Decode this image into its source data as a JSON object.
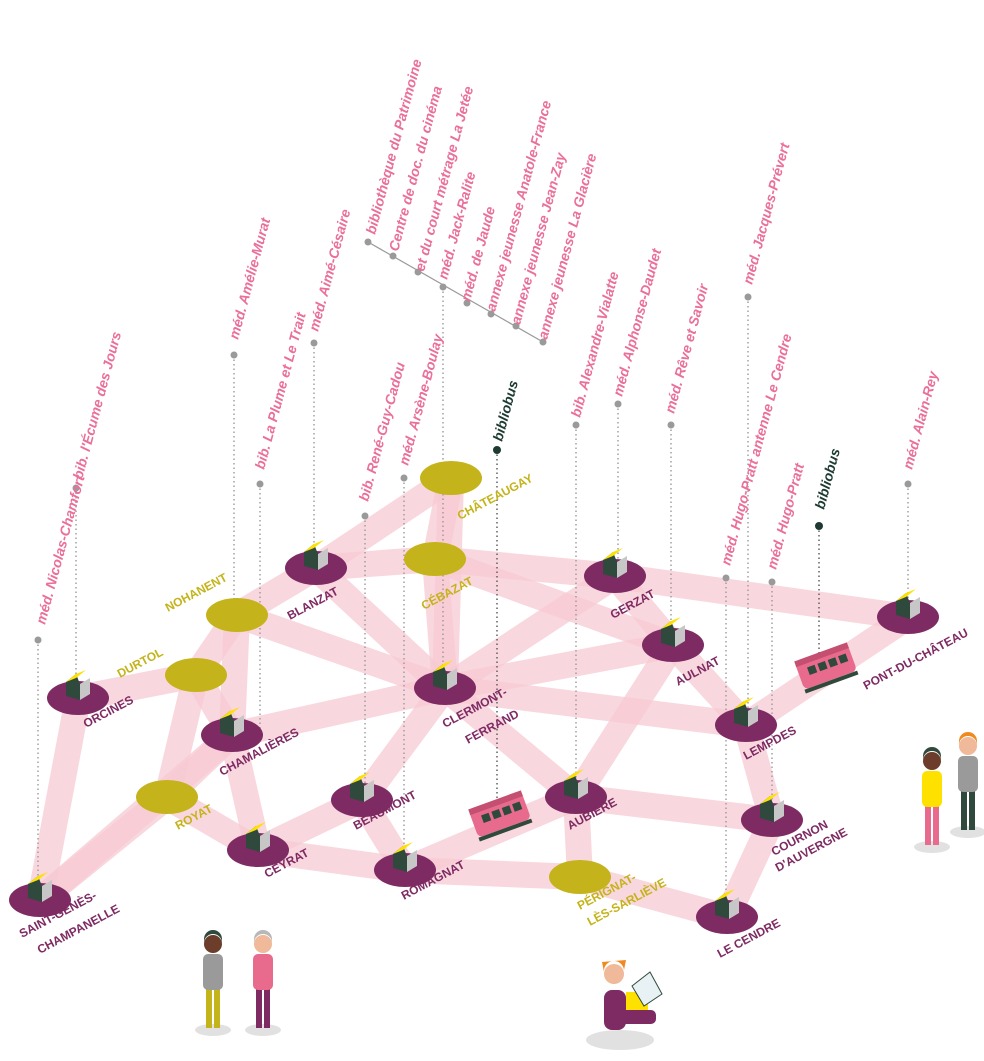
{
  "colors": {
    "network": "#f7c9d3",
    "town_disc": "#7e2a63",
    "commune_disc": "#c4b31a",
    "library_label": "#ea6f9a",
    "bus_label": "#1d3b33",
    "bus_body": "#e86b8d",
    "leader": "#9a9a9a"
  },
  "towns": [
    {
      "id": "saint-genes",
      "label": [
        "SAINT-GENÈS-",
        "CHAMPANELLE"
      ]
    },
    {
      "id": "orcines",
      "label": [
        "ORCINES"
      ]
    },
    {
      "id": "chamalieres",
      "label": [
        "CHAMALIÈRES"
      ]
    },
    {
      "id": "ceyrat",
      "label": [
        "CEYRAT"
      ]
    },
    {
      "id": "beaumont",
      "label": [
        "BEAUMONT"
      ]
    },
    {
      "id": "romagnat",
      "label": [
        "ROMAGNAT"
      ]
    },
    {
      "id": "blanzat",
      "label": [
        "BLANZAT"
      ]
    },
    {
      "id": "clermont",
      "label": [
        "CLERMONT-",
        "FERRAND"
      ]
    },
    {
      "id": "aubiere",
      "label": [
        "AUBIÈRE"
      ]
    },
    {
      "id": "gerzat",
      "label": [
        "GERZAT"
      ]
    },
    {
      "id": "aulnat",
      "label": [
        "AULNAT"
      ]
    },
    {
      "id": "lempdes",
      "label": [
        "LEMPDES"
      ]
    },
    {
      "id": "cournon",
      "label": [
        "COURNON",
        "D'AUVERGNE"
      ]
    },
    {
      "id": "le-cendre",
      "label": [
        "LE CENDRE"
      ]
    },
    {
      "id": "pont-du-chateau",
      "label": [
        "PONT-DU-CHÂTEAU"
      ]
    }
  ],
  "communes": [
    {
      "id": "durtol",
      "label": [
        "DURTOL"
      ]
    },
    {
      "id": "nohanent",
      "label": [
        "NOHANENT"
      ]
    },
    {
      "id": "royat",
      "label": [
        "ROYAT"
      ]
    },
    {
      "id": "cebazat",
      "label": [
        "CÉBAZAT"
      ]
    },
    {
      "id": "chateaugay",
      "label": [
        "CHÂTEAUGAY"
      ]
    },
    {
      "id": "perignat",
      "label": [
        "PÉRIGNAT-",
        "LÈS-SARLIÈVE"
      ]
    }
  ],
  "libraries": [
    {
      "id": "nicolas-chamfort",
      "text": "méd. Nicolas-Chamfort"
    },
    {
      "id": "ecume",
      "text": "bib. l'Écume des Jours"
    },
    {
      "id": "amelie-murat",
      "text": "méd. Amélie-Murat"
    },
    {
      "id": "plume",
      "text": "bib. La Plume et Le Trait"
    },
    {
      "id": "aime-cesaire",
      "text": "méd. Aimé-Césaire"
    },
    {
      "id": "rene-guy-cadou",
      "text": "bib. René-Guy-Cadou"
    },
    {
      "id": "arsene-boulay",
      "text": "méd. Arsène-Boulay"
    },
    {
      "id": "patrimoine",
      "text": "bibliothèque du Patrimoine"
    },
    {
      "id": "cinema-1",
      "text": "Centre de doc. du cinéma"
    },
    {
      "id": "cinema-2",
      "text": "et du court métrage La Jetée"
    },
    {
      "id": "jack-ralite",
      "text": "méd. Jack-Ralite"
    },
    {
      "id": "jaude",
      "text": "méd. de Jaude"
    },
    {
      "id": "anatole-france",
      "text": "annexe jeunesse Anatole-France"
    },
    {
      "id": "jean-zay",
      "text": "annexe jeunesse Jean-Zay"
    },
    {
      "id": "glaciere",
      "text": "annexe jeunesse La Glacière"
    },
    {
      "id": "vialatte",
      "text": "bib. Alexandre-Vialatte"
    },
    {
      "id": "daudet",
      "text": "méd. Alphonse-Daudet"
    },
    {
      "id": "reve-savoir",
      "text": "méd. Rêve et Savoir"
    },
    {
      "id": "hugo-pratt-annexe",
      "text": "méd. Hugo-Pratt antenne Le Cendre"
    },
    {
      "id": "prevert",
      "text": "méd. Jacques-Prévert"
    },
    {
      "id": "hugo-pratt",
      "text": "méd. Hugo-Pratt"
    },
    {
      "id": "alain-rey",
      "text": "méd. Alain-Rey"
    }
  ],
  "bibliobus": [
    {
      "id": "bibliobus-1",
      "text": "bibliobus"
    },
    {
      "id": "bibliobus-2",
      "text": "bibliobus"
    }
  ]
}
